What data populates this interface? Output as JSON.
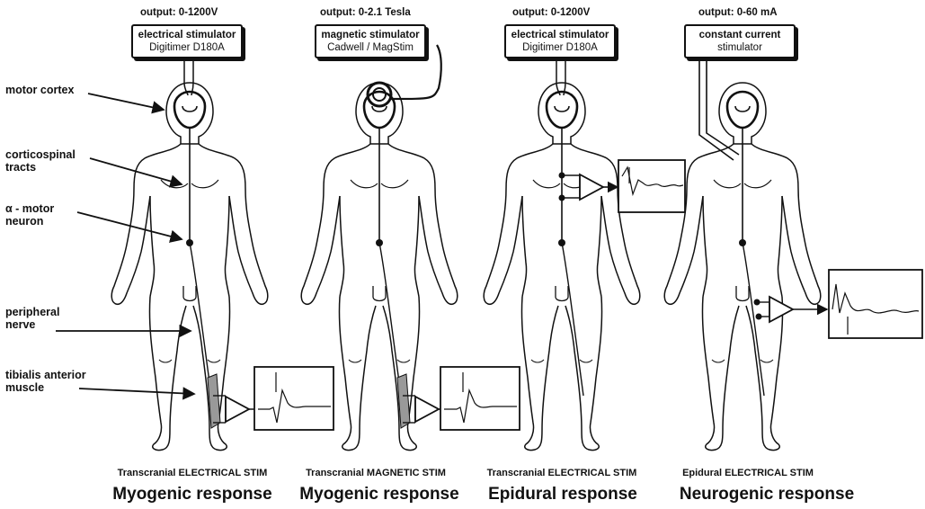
{
  "panels": [
    {
      "output": "output: 0-1200V",
      "stim_line1": "electrical stimulator",
      "stim_line2": "Digitimer D180A",
      "caption1": "Transcranial ELECTRICAL STIM",
      "caption2": "Myogenic response"
    },
    {
      "output": "output: 0-2.1 Tesla",
      "stim_line1": "magnetic stimulator",
      "stim_line2": "Cadwell / MagStim",
      "caption1": "Transcranial MAGNETIC STIM",
      "caption2": "Myogenic response"
    },
    {
      "output": "output: 0-1200V",
      "stim_line1": "electrical stimulator",
      "stim_line2": "Digitimer D180A",
      "caption1": "Transcranial ELECTRICAL STIM",
      "caption2": "Epidural response"
    },
    {
      "output": "output: 0-60 mA",
      "stim_line1": "constant current",
      "stim_line2": "stimulator",
      "caption1": "Epidural ELECTRICAL STIM",
      "caption2": "Neurogenic response"
    }
  ],
  "labels": {
    "motor_cortex": "motor cortex",
    "corticospinal": "corticospinal\ntracts",
    "alpha_motor": "α - motor\nneuron",
    "peripheral": "peripheral\nnerve",
    "tibialis": "tibialis anterior\nmuscle"
  }
}
